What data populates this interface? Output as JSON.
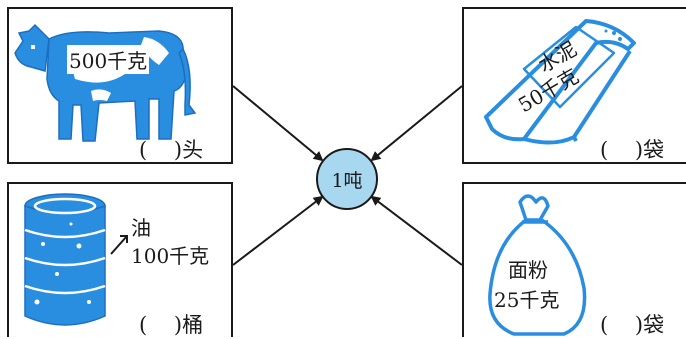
{
  "center": {
    "label": "1吨"
  },
  "cow": {
    "weight": "500千克",
    "answer": "(    )头"
  },
  "cement": {
    "name": "水泥",
    "weight": "50千克",
    "answer": "(    )袋"
  },
  "oil": {
    "name": "油",
    "weight": "100千克",
    "answer": "(    )桶"
  },
  "flour": {
    "name": "面粉",
    "weight": "25千克",
    "answer": "(    )袋"
  },
  "colors": {
    "illustration": "#2a8ee0",
    "hub_fill": "#a8d8f0",
    "line": "#1a1a1a"
  },
  "icons": [
    "cow-icon",
    "cement-bag-icon",
    "oil-barrel-icon",
    "flour-sack-icon",
    "arrow-icon"
  ]
}
